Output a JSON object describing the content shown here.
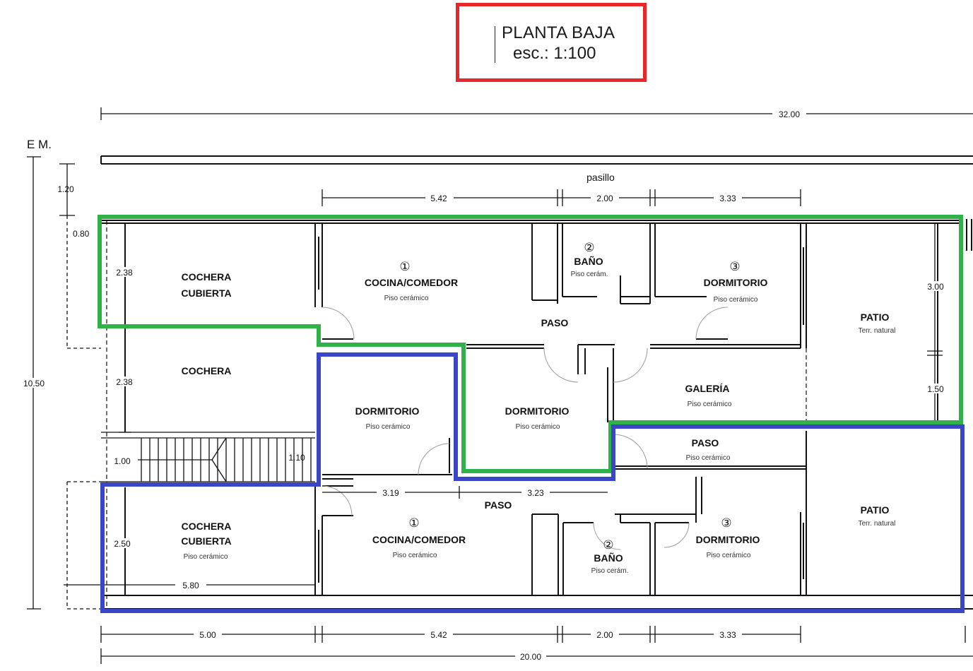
{
  "title": {
    "main": "PLANTA BAJA",
    "scale": "esc.: 1:100"
  },
  "left_label": "E M.",
  "corridor_label": "pasillo",
  "dimensions": {
    "total_top": "32.00",
    "total_bottom": "20.00",
    "height_total": "10.50",
    "top_row": [
      "5.42",
      "2.00",
      "3.33"
    ],
    "bottom_row": [
      "5.00",
      "5.42",
      "2.00",
      "3.33"
    ],
    "left_top": "1.20",
    "left_offset": "0.80",
    "garage_top": "2.38",
    "garage_mid": "2.38",
    "stair": "1.00",
    "stair_right": "1.10",
    "garage_bottom": "2.50",
    "garage_bottom_width": "5.80",
    "mid_left": "3.19",
    "mid_right": "3.23",
    "patio_top": "3.00",
    "patio_bottom": "1.50"
  },
  "rooms": {
    "cochera_cubierta_top": {
      "line1": "COCHERA",
      "line2": "CUBIERTA"
    },
    "cochera": {
      "name": "COCHERA"
    },
    "cocina_top": {
      "number": "①",
      "name": "COCINA/COMEDOR",
      "floor": "Piso cerámico"
    },
    "bano_top": {
      "number": "②",
      "name": "BAÑO",
      "floor": "Piso cerám."
    },
    "dormitorio3_top": {
      "number": "③",
      "name": "DORMITORIO",
      "floor": "Piso cerámico"
    },
    "paso_top": {
      "name": "PASO"
    },
    "patio_top": {
      "name": "PATIO",
      "floor": "Terr. natural"
    },
    "dormitorio_left": {
      "name": "DORMITORIO",
      "floor": "Piso cerámico"
    },
    "dormitorio_mid": {
      "name": "DORMITORIO",
      "floor": "Piso cerámico"
    },
    "galeria": {
      "name": "GALERÍA",
      "floor": "Piso cerámico"
    },
    "paso_right": {
      "name": "PASO",
      "floor": "Piso cerámico"
    },
    "paso_mid": {
      "name": "PASO"
    },
    "cochera_cubierta_bottom": {
      "line1": "COCHERA",
      "line2": "CUBIERTA",
      "floor": "Piso cerámico"
    },
    "cocina_bottom": {
      "number": "①",
      "name": "COCINA/COMEDOR",
      "floor": "Piso cerámico"
    },
    "bano_bottom": {
      "number": "②",
      "name": "BAÑO",
      "floor": "Piso cerám."
    },
    "dormitorio3_bottom": {
      "number": "③",
      "name": "DORMITORIO",
      "floor": "Piso cerámico"
    },
    "patio_bottom": {
      "name": "PATIO",
      "floor": "Terr. natural"
    }
  },
  "colors": {
    "title_frame": "#e8262c",
    "unit_green": "#2fb24a",
    "unit_blue": "#3a45c8",
    "lines": "#111111"
  }
}
